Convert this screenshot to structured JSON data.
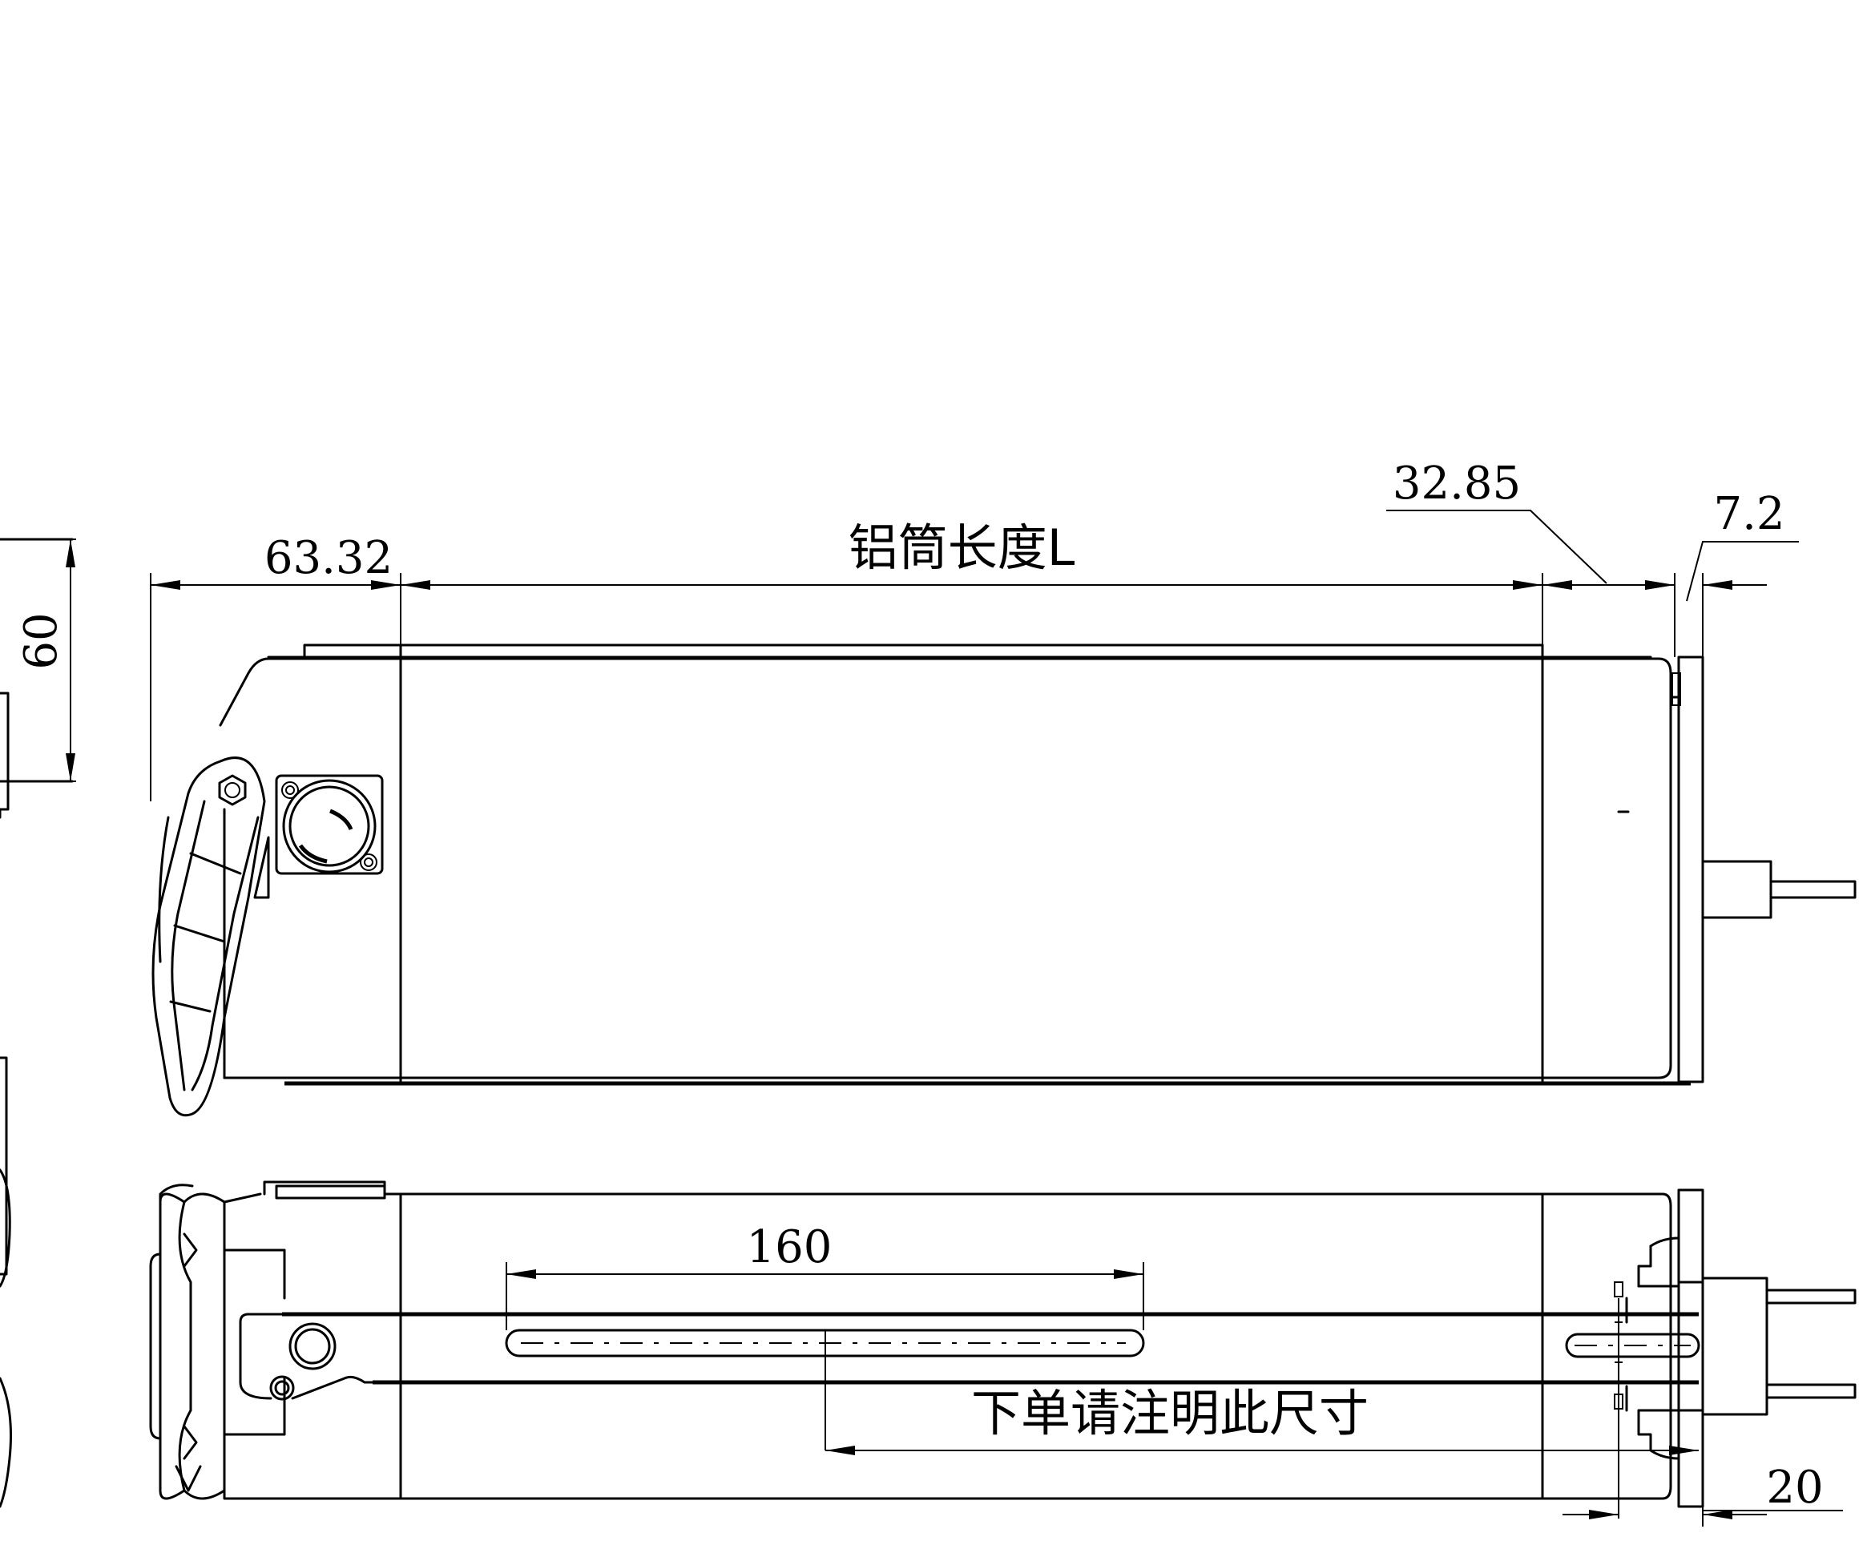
{
  "dimensions": {
    "front_left_length": "63.32",
    "tube_length": "铝筒长度L",
    "rear_length": "32.85",
    "plate_thickness": "7.2",
    "height": "60",
    "slot_length": "160",
    "order_note": "下单请注明此尺寸",
    "pin_spacing": "20"
  }
}
